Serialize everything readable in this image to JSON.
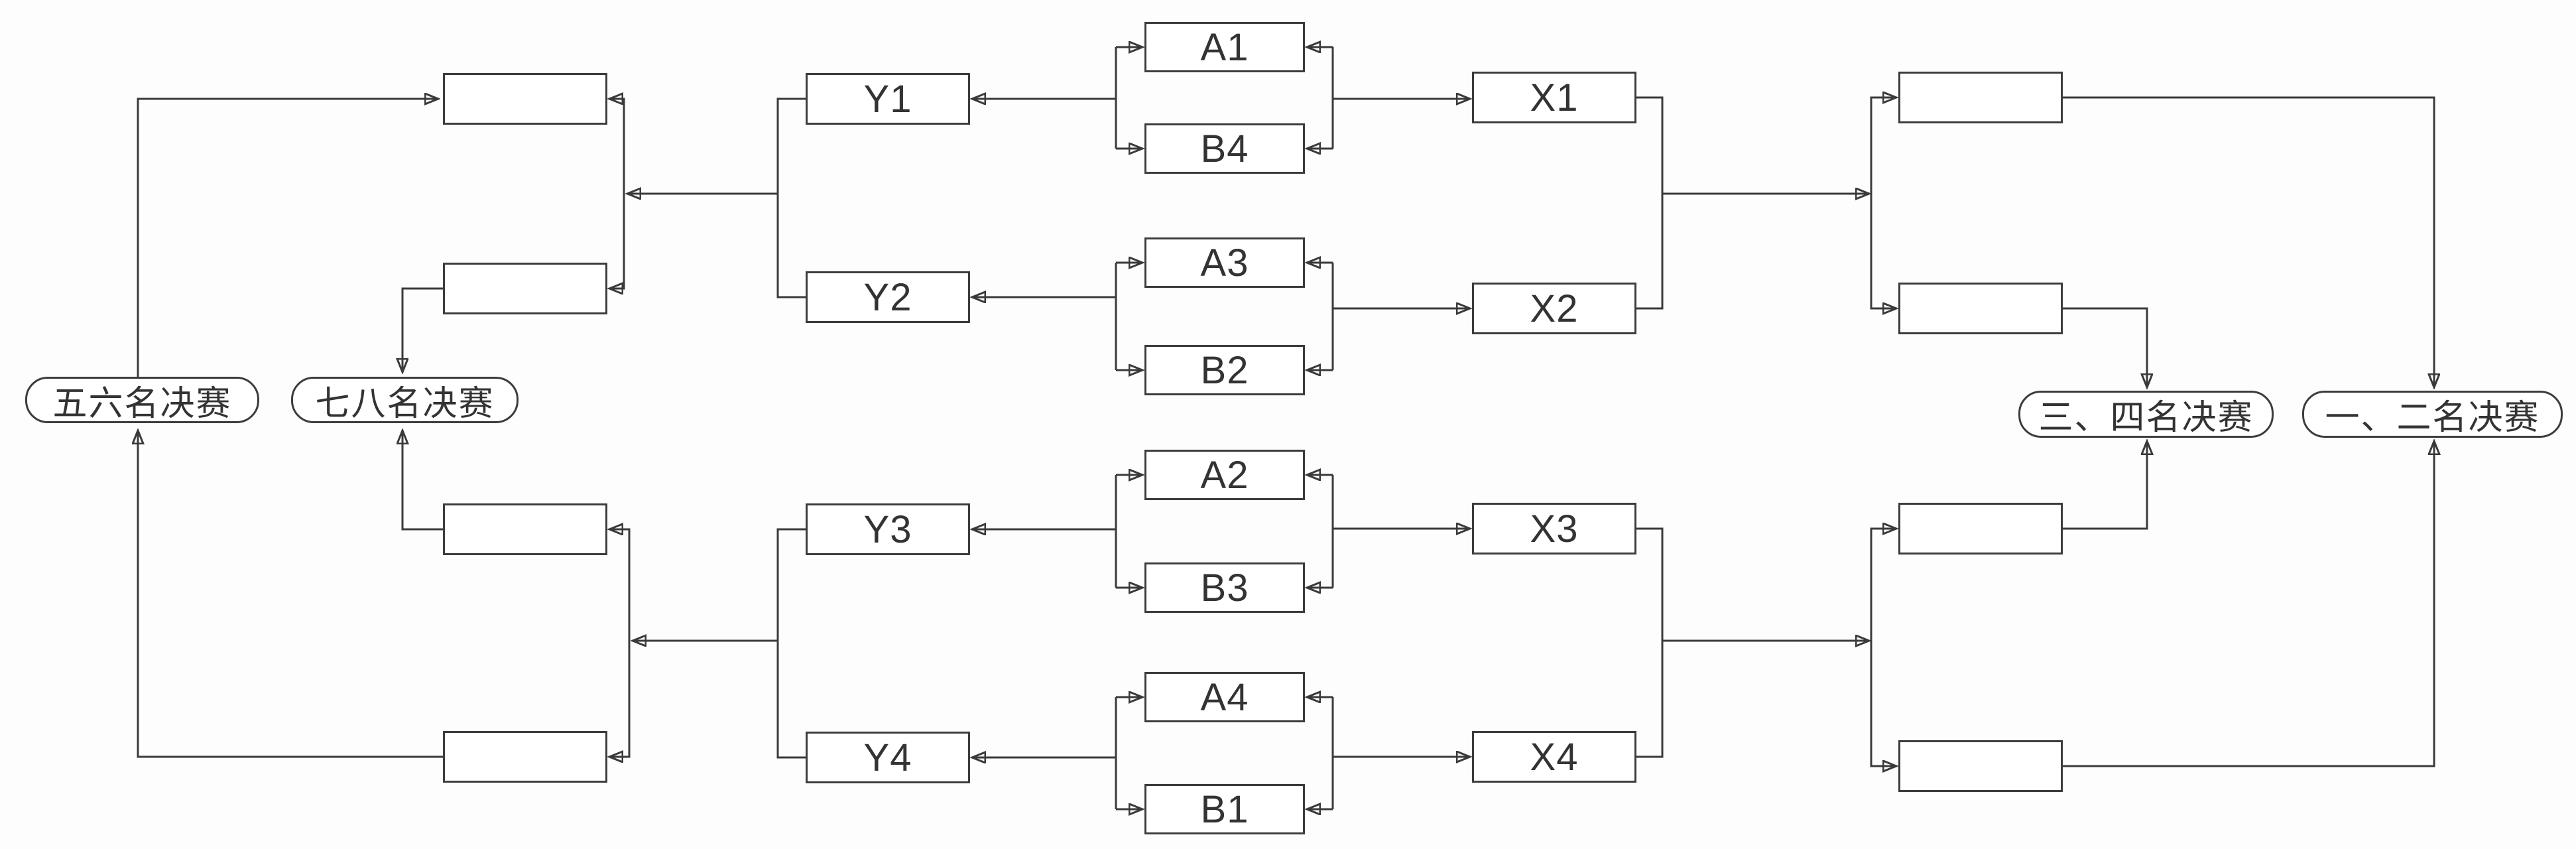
{
  "diagram": {
    "type": "tournament-placement-bracket",
    "colors": {
      "line": "#3a3a3a",
      "box_border": "#3c3c3c",
      "text": "#333333",
      "background": "#fdfdfd",
      "box_fill": "#ffffff"
    },
    "seeds": {
      "a1": "A1",
      "b4": "B4",
      "a3": "A3",
      "b2": "B2",
      "a2": "A2",
      "b3": "B3",
      "a4": "A4",
      "b1": "B1"
    },
    "winners": {
      "x1": "X1",
      "x2": "X2",
      "x3": "X3",
      "x4": "X4"
    },
    "losers": {
      "y1": "Y1",
      "y2": "Y2",
      "y3": "Y3",
      "y4": "Y4"
    },
    "finals": {
      "fifth_sixth": "五六名决赛",
      "seventh_eighth": "七八名决赛",
      "third_fourth": "三、四名决赛",
      "first_second": "一、二名决赛"
    }
  }
}
